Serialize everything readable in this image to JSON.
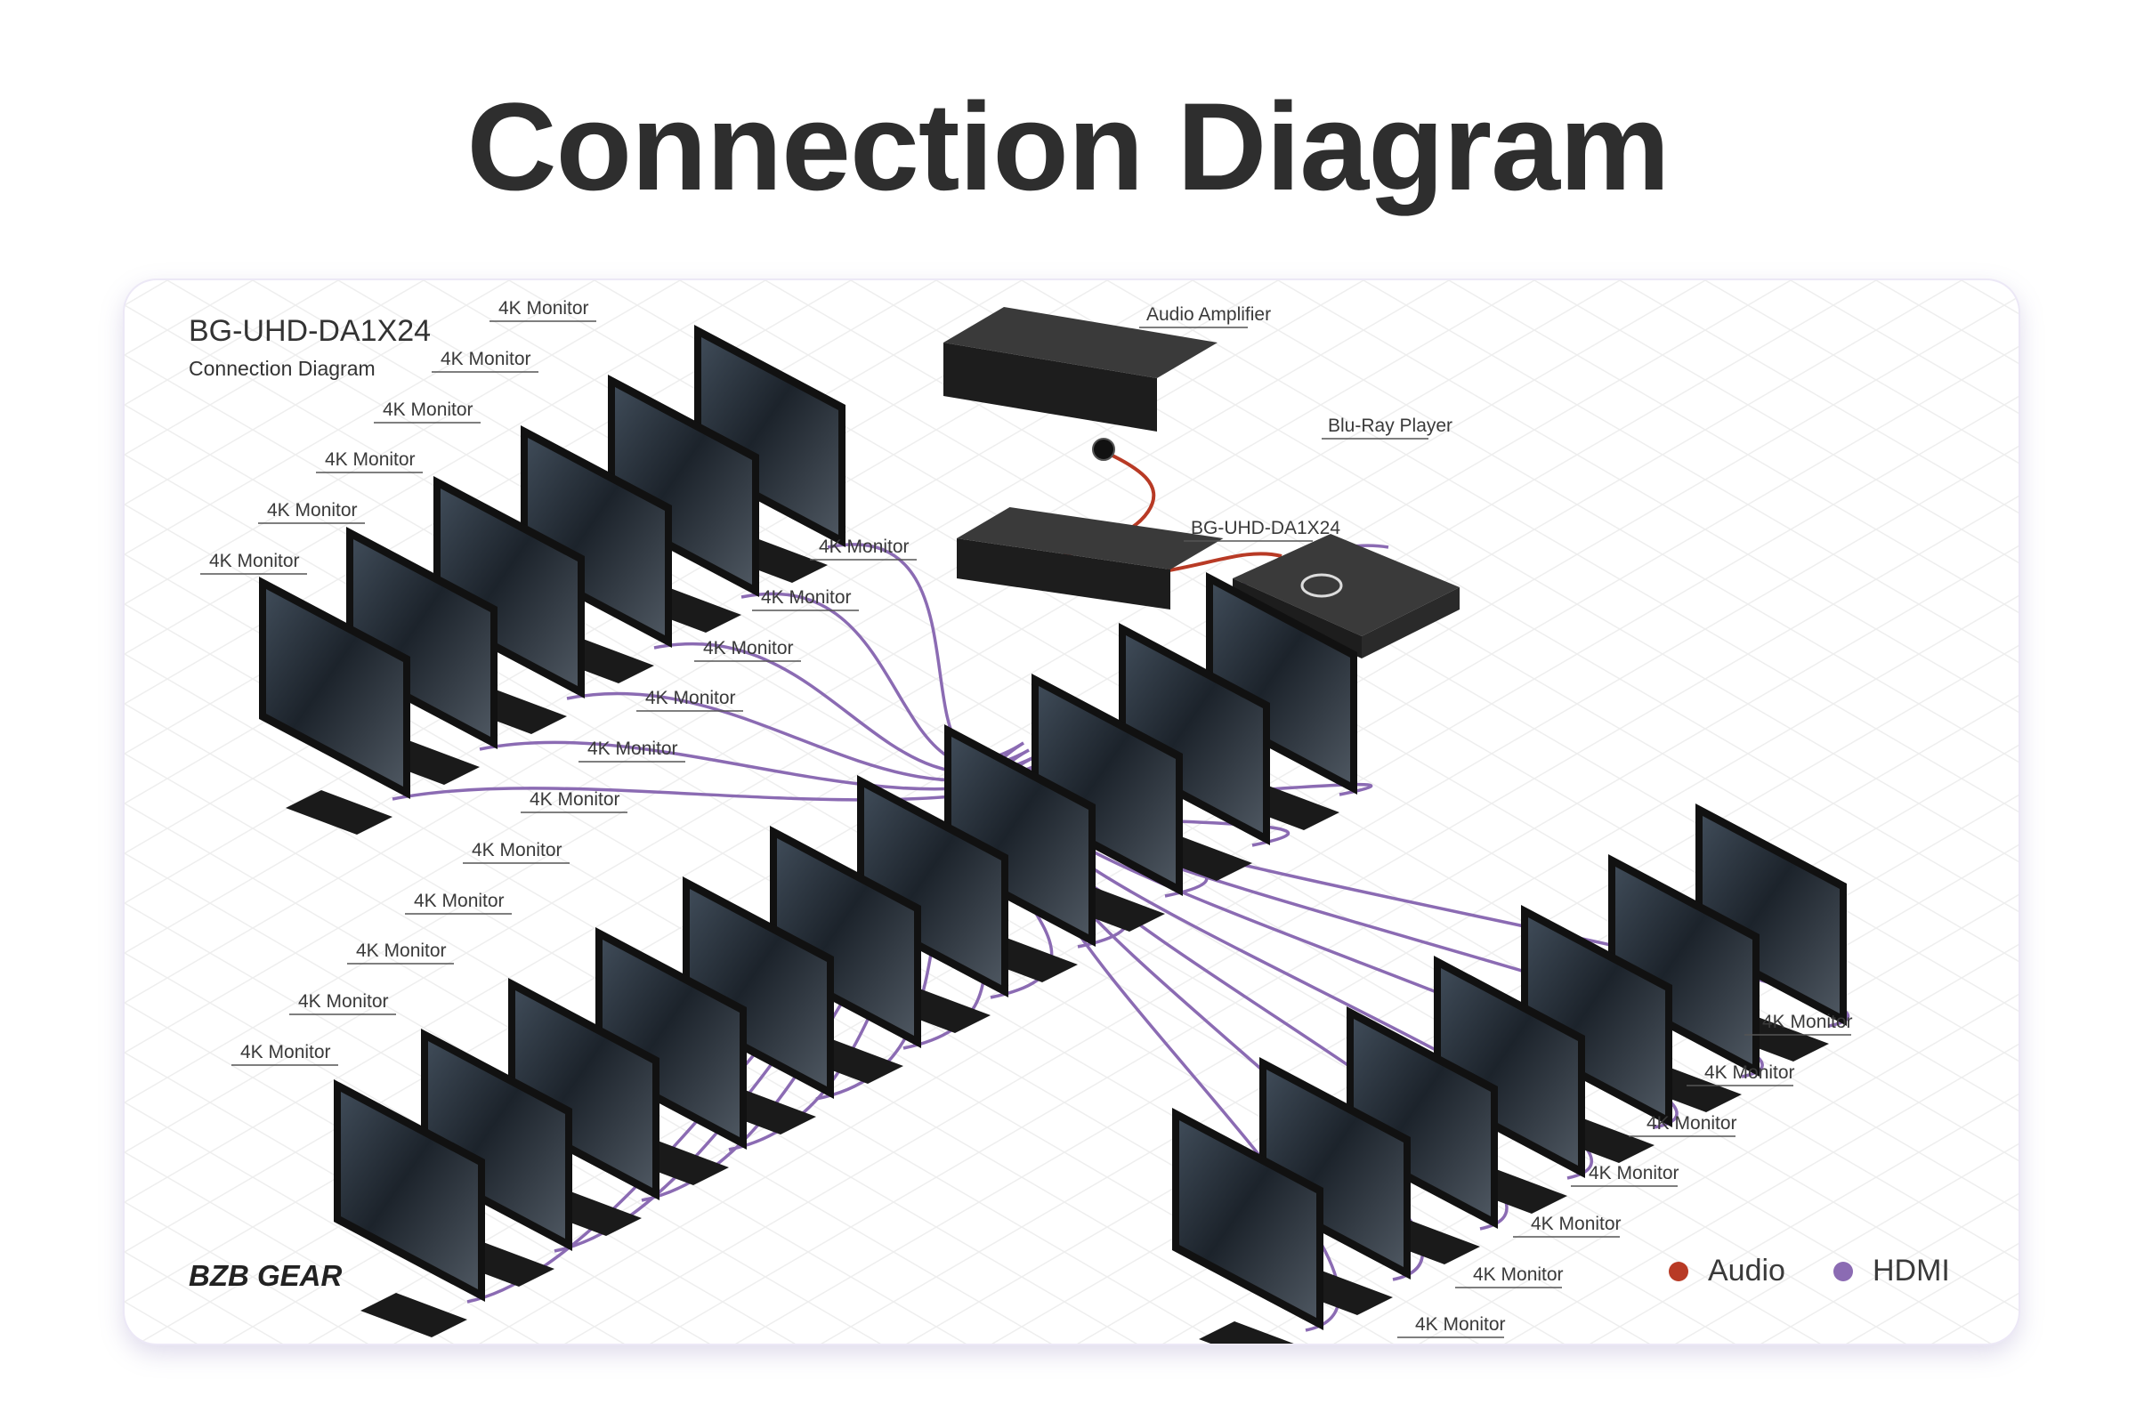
{
  "title": "Connection Diagram",
  "diagram": {
    "model": "BG-UHD-DA1X24",
    "subtitle": "Connection Diagram",
    "monitor_label": "4K Monitor",
    "amplifier_label": "Audio Amplifier",
    "player_label": "Blu-Ray Player",
    "splitter_label": "BG-UHD-DA1X24",
    "brand": "BZB GEAR",
    "legend": [
      {
        "label": "Audio",
        "color": "#b83a25"
      },
      {
        "label": "HDMI",
        "color": "#8b6bb3"
      }
    ],
    "colors": {
      "hdmi_cable": "#8b6bb3",
      "audio_cable": "#b83a25",
      "device": "#2b2b2b"
    },
    "monitor_count": 24
  }
}
